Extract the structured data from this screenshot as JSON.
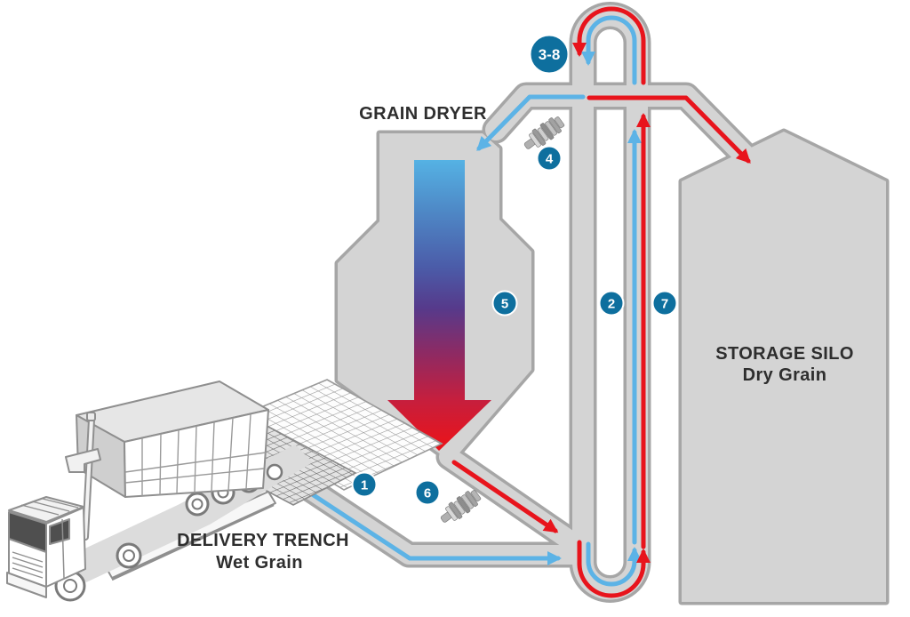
{
  "diagram": {
    "labels": {
      "grain_dryer": "GRAIN DRYER",
      "delivery_trench_line1": "DELIVERY TRENCH",
      "delivery_trench_line2": "Wet Grain",
      "storage_silo_line1": "STORAGE SILO",
      "storage_silo_line2": "Dry Grain"
    },
    "steps": {
      "s1": "1",
      "s2": "2",
      "s3_8": "3-8",
      "s4": "4",
      "s5": "5",
      "s6": "6",
      "s7": "7"
    },
    "icons": {
      "fan_motor": "fan-motor-icon",
      "truck": "delivery-truck",
      "grate": "trench-grate"
    },
    "colors": {
      "badge": "#0e6f9e",
      "badge_text": "#ffffff",
      "flow_hot": "#e8141c",
      "flow_cold": "#5cb3e6",
      "duct_fill": "#d4d4d4",
      "duct_border": "#a6a6a6",
      "label_text": "#2e2e2e",
      "dryer_gradient": [
        "#55b2e4",
        "#4e88c6",
        "#4b5ba8",
        "#563a8b",
        "#8e2a63",
        "#c51f3e",
        "#e8141c"
      ]
    }
  }
}
